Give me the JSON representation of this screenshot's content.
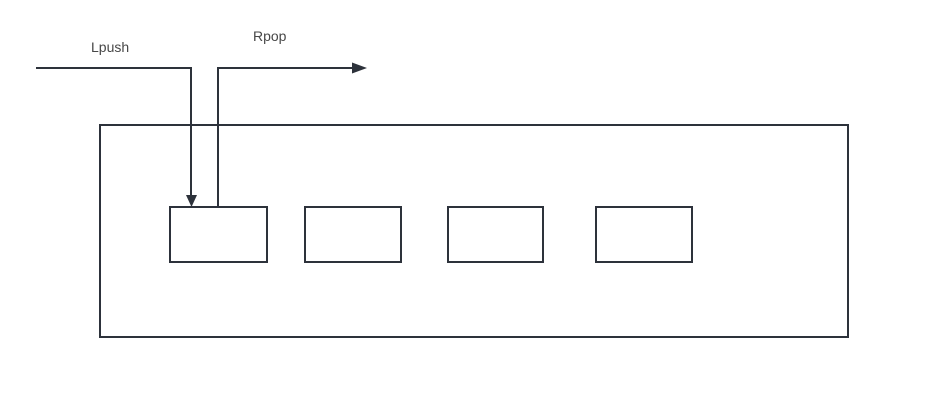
{
  "diagram": {
    "title": "list push/pop diagram",
    "labels": {
      "lpush": "Lpush",
      "rpop": "Rpop"
    },
    "container": {
      "description": "outer list container rectangle",
      "item_count": 4
    }
  },
  "colors": {
    "stroke": "#2d323b",
    "text": "#474747",
    "background": "#ffffff"
  }
}
